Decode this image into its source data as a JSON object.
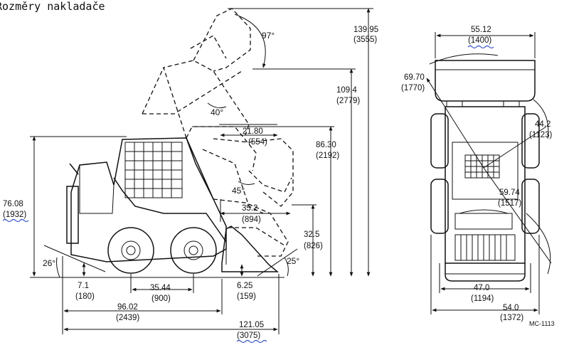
{
  "title": "Rozměry nakladače",
  "figure_code": "MC-1113",
  "side_view": {
    "max_height": {
      "in": "139.95",
      "mm": "(3555)"
    },
    "pin_height": {
      "in": "109.4",
      "mm": "(2779)"
    },
    "overall_height": {
      "in": "76.08",
      "mm": "(1932)"
    },
    "lift_height": {
      "in": "86.30",
      "mm": "(2192)"
    },
    "reach_full": {
      "in": "21.80",
      "mm": "(554)"
    },
    "reach_45": {
      "in": "35.2",
      "mm": "(894)"
    },
    "dump_height": {
      "in": "32.5",
      "mm": "(826)"
    },
    "ground_clearance": {
      "in": "7.1",
      "mm": "(180)"
    },
    "wheelbase": {
      "in": "35.44",
      "mm": "(900)"
    },
    "bucket_ground": {
      "in": "6.25",
      "mm": "(159)"
    },
    "length_no_bucket": {
      "in": "96.02",
      "mm": "(2439)"
    },
    "length_bucket": {
      "in": "121.05",
      "mm": "(3075)"
    },
    "angles": {
      "dump": "97°",
      "rollback_top": "40°",
      "rollback_mid": "45°",
      "departure": "26°",
      "ground_bucket": "25°"
    }
  },
  "top_view": {
    "bucket_width": {
      "in": "55.12",
      "mm": "(1400)"
    },
    "turn_radius_front": {
      "in": "69.70",
      "mm": "(1770)"
    },
    "turn_radius_side": {
      "in": "44.2",
      "mm": "(1123)"
    },
    "turn_radius_rear": {
      "in": "59.74",
      "mm": "(1517)"
    },
    "track_width": {
      "in": "47.0",
      "mm": "(1194)"
    },
    "overall_width": {
      "in": "54.0",
      "mm": "(1372)"
    }
  }
}
